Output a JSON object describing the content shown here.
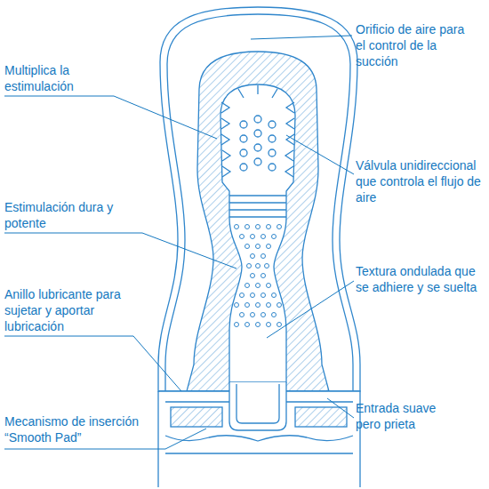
{
  "diagram": {
    "labels": [
      "Orificio de aire para el control de la succión",
      "Multiplica la estimulación",
      "Válvula unidireccional que controla el flujo de aire",
      "Estimulación dura y potente",
      "Textura ondulada que se adhiere y se suelta",
      "Anillo lubricante para sujetar y aportar lubricación",
      "Entrada suave pero prieta",
      "Mecanismo de inserción “Smooth Pad”"
    ]
  }
}
